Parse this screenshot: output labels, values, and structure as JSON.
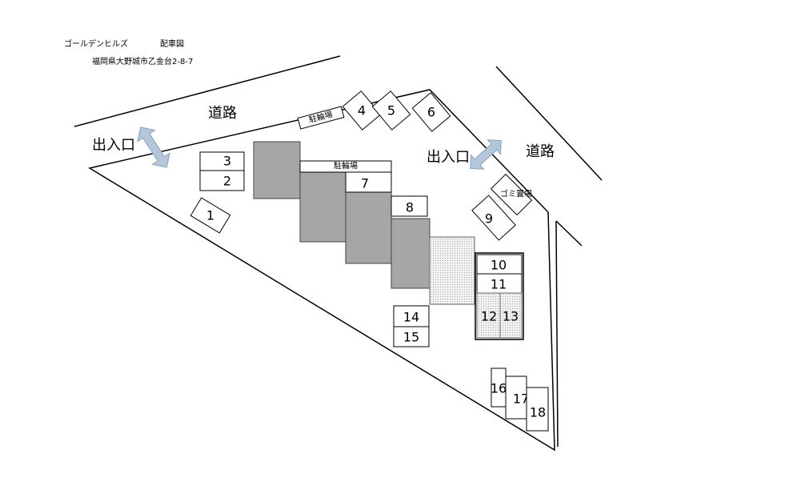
{
  "header": {
    "name": "ゴールデンヒルズ",
    "subtitle": "配車図",
    "address": "福岡県大野城市乙金台2-8-7"
  },
  "roads": {
    "left": "道路",
    "right": "道路"
  },
  "entrances": {
    "left": "出入口",
    "right": "出入口"
  },
  "facilities": {
    "bike_parking_top": "駐輪場",
    "bike_parking_center": "駐輪場",
    "garbage": "ゴミ置場"
  },
  "spaces": [
    "1",
    "2",
    "3",
    "4",
    "5",
    "6",
    "7",
    "8",
    "9",
    "10",
    "11",
    "12",
    "13",
    "14",
    "15",
    "16",
    "17",
    "18"
  ],
  "colors": {
    "building": "#a6a6a6",
    "arrow": "#b3c6da"
  }
}
